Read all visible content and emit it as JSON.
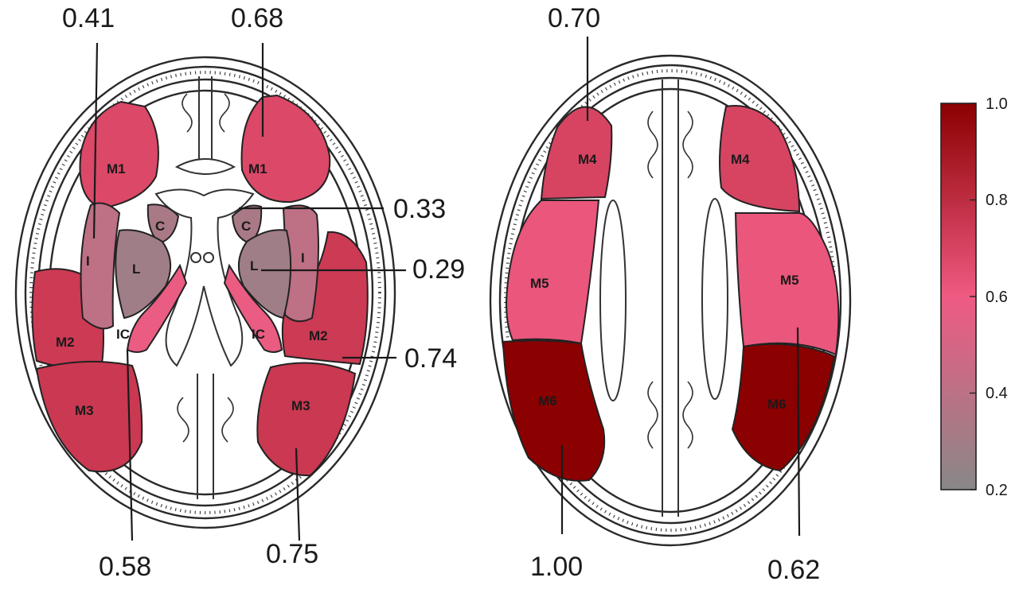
{
  "colorbar": {
    "ticks": [
      "1.0",
      "0.8",
      "0.6",
      "0.4",
      "0.2"
    ],
    "min": 0.2,
    "max": 1.0,
    "color_low": "#888888",
    "color_mid": "#ef5a82",
    "color_high": "#8b0000"
  },
  "left_slice": {
    "regions": [
      {
        "id": "M1L",
        "label": "M1",
        "score": 0.68
      },
      {
        "id": "M1R",
        "label": "M1",
        "score": 0.68
      },
      {
        "id": "M2L",
        "label": "M2",
        "score": 0.74
      },
      {
        "id": "M2R",
        "label": "M2",
        "score": 0.74
      },
      {
        "id": "M3L",
        "label": "M3",
        "score": 0.75
      },
      {
        "id": "M3R",
        "label": "M3",
        "score": 0.75
      },
      {
        "id": "IL",
        "label": "I",
        "score": 0.41
      },
      {
        "id": "IR",
        "label": "I",
        "score": 0.41
      },
      {
        "id": "CL",
        "label": "C",
        "score": 0.33
      },
      {
        "id": "CR",
        "label": "C",
        "score": 0.33
      },
      {
        "id": "LL",
        "label": "L",
        "score": 0.29
      },
      {
        "id": "LR",
        "label": "L",
        "score": 0.29
      },
      {
        "id": "ICL",
        "label": "IC",
        "score": 0.58
      },
      {
        "id": "ICR",
        "label": "IC",
        "score": 0.58
      }
    ],
    "values": {
      "insula": "0.41",
      "m1": "0.68",
      "caudate": "0.33",
      "lentiform": "0.29",
      "m2": "0.74",
      "internal_capsule": "0.58",
      "m3": "0.75"
    }
  },
  "right_slice": {
    "regions": [
      {
        "id": "M4L",
        "label": "M4",
        "score": 0.7
      },
      {
        "id": "M4R",
        "label": "M4",
        "score": 0.7
      },
      {
        "id": "M5L",
        "label": "M5",
        "score": 0.62
      },
      {
        "id": "M5R",
        "label": "M5",
        "score": 0.62
      },
      {
        "id": "M6L",
        "label": "M6",
        "score": 1.0
      },
      {
        "id": "M6R",
        "label": "M6",
        "score": 1.0
      }
    ],
    "values": {
      "m4": "0.70",
      "m6": "1.00",
      "m5": "0.62"
    }
  }
}
